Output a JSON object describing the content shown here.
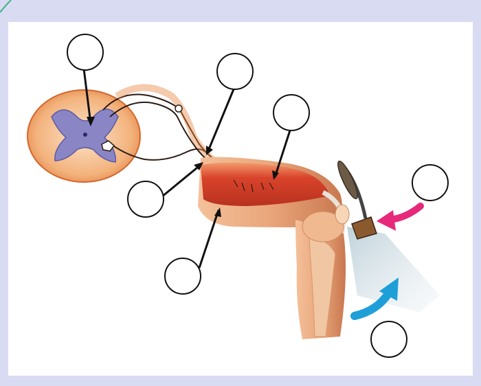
{
  "diagram": {
    "kind": "reflex-arc",
    "labels": [
      {
        "id": "1",
        "text": ""
      },
      {
        "id": "2",
        "text": ""
      },
      {
        "id": "3",
        "text": ""
      },
      {
        "id": "4",
        "text": ""
      },
      {
        "id": "5",
        "text": ""
      },
      {
        "id": "6",
        "text": ""
      },
      {
        "id": "7",
        "text": ""
      }
    ]
  },
  "colors": {
    "background": "#d9dbf3",
    "panel": "#ffffff",
    "muscle": "#d9432b",
    "bone": "#e7a37a",
    "cord": "#e98a4a",
    "grey_matter": "#8a86c6",
    "arrow_pink": "#e6297a",
    "arrow_blue": "#1e9fd8",
    "leader": "#111111"
  }
}
